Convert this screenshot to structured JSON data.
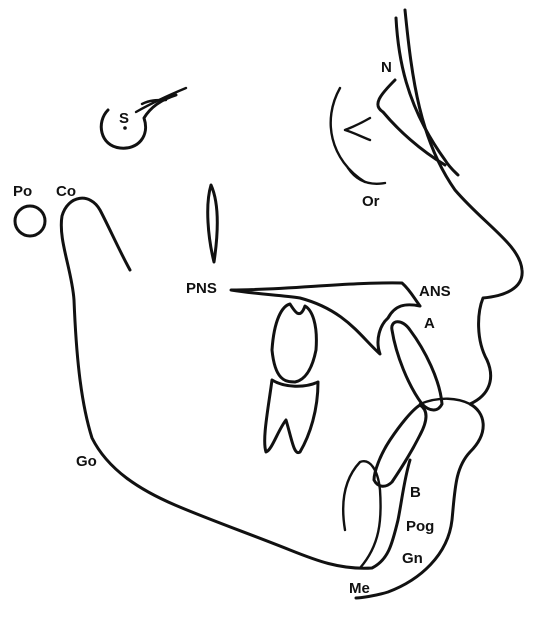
{
  "landmarks": {
    "N": "N",
    "S": "S",
    "Po": "Po",
    "Co": "Co",
    "Or": "Or",
    "PNS": "PNS",
    "ANS": "ANS",
    "A": "A",
    "Go": "Go",
    "B": "B",
    "Pog": "Pog",
    "Gn": "Gn",
    "Me": "Me"
  }
}
